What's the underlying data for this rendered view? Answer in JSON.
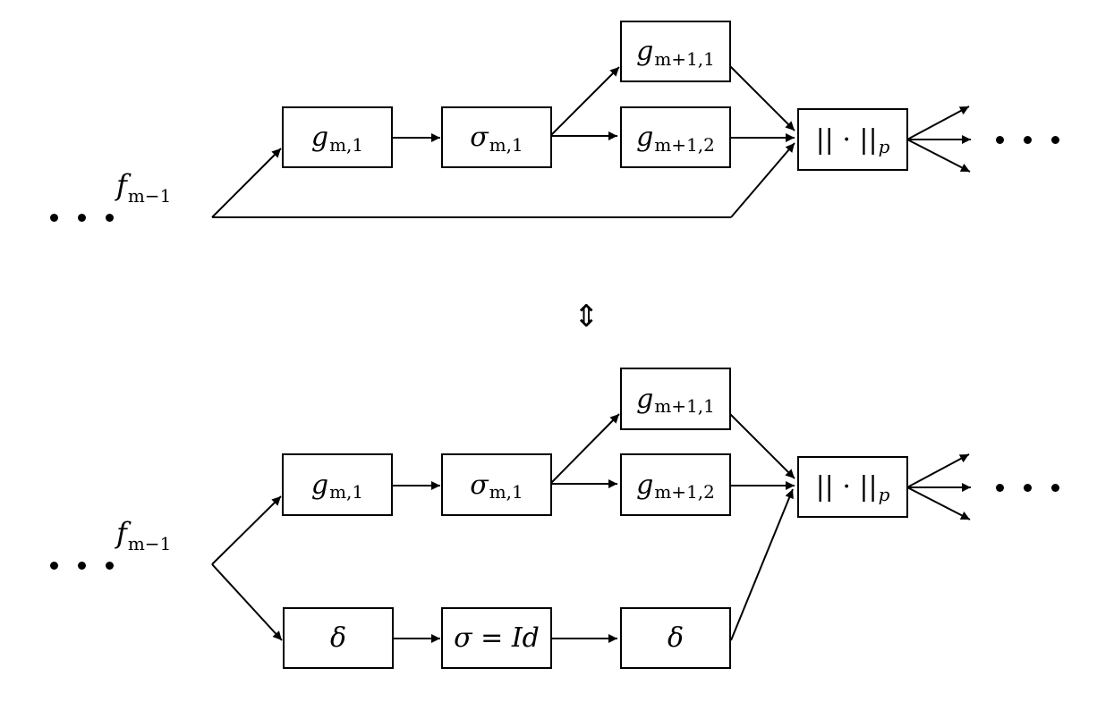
{
  "top_diagram": {
    "input_label_main": "f",
    "input_label_sub": "m−1",
    "g_m1_main": "g",
    "g_m1_sub": "m,1",
    "sigma_m1_main": "σ",
    "sigma_m1_sub": "m,1",
    "g_mp11_main": "g",
    "g_mp11_sub": "m+1,1",
    "g_mp12_main": "g",
    "g_mp12_sub": "m+1,2",
    "norm_main": "|| · ||",
    "norm_sub": "p"
  },
  "equivalence_symbol": "⇕",
  "bottom_diagram": {
    "input_label_main": "f",
    "input_label_sub": "m−1",
    "g_m1_main": "g",
    "g_m1_sub": "m,1",
    "sigma_m1_main": "σ",
    "sigma_m1_sub": "m,1",
    "g_mp11_main": "g",
    "g_mp11_sub": "m+1,1",
    "g_mp12_main": "g",
    "g_mp12_sub": "m+1,2",
    "norm_main": "|| · ||",
    "norm_sub": "p",
    "delta_1": "δ",
    "sigma_id": "σ = Id",
    "delta_2": "δ"
  }
}
